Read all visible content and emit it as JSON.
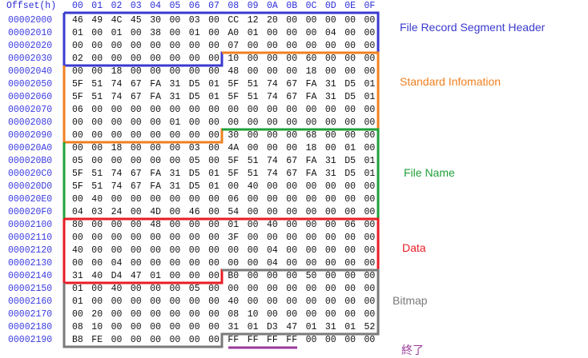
{
  "header": {
    "offset_label": "Offset(h)",
    "columns": [
      "00",
      "01",
      "02",
      "03",
      "04",
      "05",
      "06",
      "07",
      "08",
      "09",
      "0A",
      "0B",
      "0C",
      "0D",
      "0E",
      "0F"
    ]
  },
  "rows": [
    {
      "offset": "00002000",
      "bytes": [
        "46",
        "49",
        "4C",
        "45",
        "30",
        "00",
        "03",
        "00",
        "CC",
        "12",
        "20",
        "00",
        "00",
        "00",
        "00",
        "00"
      ]
    },
    {
      "offset": "00002010",
      "bytes": [
        "01",
        "00",
        "01",
        "00",
        "38",
        "00",
        "01",
        "00",
        "A0",
        "01",
        "00",
        "00",
        "00",
        "04",
        "00",
        "00"
      ]
    },
    {
      "offset": "00002020",
      "bytes": [
        "00",
        "00",
        "00",
        "00",
        "00",
        "00",
        "00",
        "00",
        "07",
        "00",
        "00",
        "00",
        "00",
        "00",
        "00",
        "00"
      ]
    },
    {
      "offset": "00002030",
      "bytes": [
        "02",
        "00",
        "00",
        "00",
        "00",
        "00",
        "00",
        "00",
        "10",
        "00",
        "00",
        "00",
        "60",
        "00",
        "00",
        "00"
      ]
    },
    {
      "offset": "00002040",
      "bytes": [
        "00",
        "00",
        "18",
        "00",
        "00",
        "00",
        "00",
        "00",
        "48",
        "00",
        "00",
        "00",
        "18",
        "00",
        "00",
        "00"
      ]
    },
    {
      "offset": "00002050",
      "bytes": [
        "5F",
        "51",
        "74",
        "67",
        "FA",
        "31",
        "D5",
        "01",
        "5F",
        "51",
        "74",
        "67",
        "FA",
        "31",
        "D5",
        "01"
      ]
    },
    {
      "offset": "00002060",
      "bytes": [
        "5F",
        "51",
        "74",
        "67",
        "FA",
        "31",
        "D5",
        "01",
        "5F",
        "51",
        "74",
        "67",
        "FA",
        "31",
        "D5",
        "01"
      ]
    },
    {
      "offset": "00002070",
      "bytes": [
        "06",
        "00",
        "00",
        "00",
        "00",
        "00",
        "00",
        "00",
        "00",
        "00",
        "00",
        "00",
        "00",
        "00",
        "00",
        "00"
      ]
    },
    {
      "offset": "00002080",
      "bytes": [
        "00",
        "00",
        "00",
        "00",
        "00",
        "01",
        "00",
        "00",
        "00",
        "00",
        "00",
        "00",
        "00",
        "00",
        "00",
        "00"
      ]
    },
    {
      "offset": "00002090",
      "bytes": [
        "00",
        "00",
        "00",
        "00",
        "00",
        "00",
        "00",
        "00",
        "30",
        "00",
        "00",
        "00",
        "68",
        "00",
        "00",
        "00"
      ]
    },
    {
      "offset": "000020A0",
      "bytes": [
        "00",
        "00",
        "18",
        "00",
        "00",
        "00",
        "03",
        "00",
        "4A",
        "00",
        "00",
        "00",
        "18",
        "00",
        "01",
        "00"
      ]
    },
    {
      "offset": "000020B0",
      "bytes": [
        "05",
        "00",
        "00",
        "00",
        "00",
        "00",
        "05",
        "00",
        "5F",
        "51",
        "74",
        "67",
        "FA",
        "31",
        "D5",
        "01"
      ]
    },
    {
      "offset": "000020C0",
      "bytes": [
        "5F",
        "51",
        "74",
        "67",
        "FA",
        "31",
        "D5",
        "01",
        "5F",
        "51",
        "74",
        "67",
        "FA",
        "31",
        "D5",
        "01"
      ]
    },
    {
      "offset": "000020D0",
      "bytes": [
        "5F",
        "51",
        "74",
        "67",
        "FA",
        "31",
        "D5",
        "01",
        "00",
        "40",
        "00",
        "00",
        "00",
        "00",
        "00",
        "00"
      ]
    },
    {
      "offset": "000020E0",
      "bytes": [
        "00",
        "40",
        "00",
        "00",
        "00",
        "00",
        "00",
        "00",
        "06",
        "00",
        "00",
        "00",
        "00",
        "00",
        "00",
        "00"
      ]
    },
    {
      "offset": "000020F0",
      "bytes": [
        "04",
        "03",
        "24",
        "00",
        "4D",
        "00",
        "46",
        "00",
        "54",
        "00",
        "00",
        "00",
        "00",
        "00",
        "00",
        "00"
      ]
    },
    {
      "offset": "00002100",
      "bytes": [
        "80",
        "00",
        "00",
        "00",
        "48",
        "00",
        "00",
        "00",
        "01",
        "00",
        "40",
        "00",
        "00",
        "00",
        "06",
        "00"
      ]
    },
    {
      "offset": "00002110",
      "bytes": [
        "00",
        "00",
        "00",
        "00",
        "00",
        "00",
        "00",
        "00",
        "3F",
        "00",
        "00",
        "00",
        "00",
        "00",
        "00",
        "00"
      ]
    },
    {
      "offset": "00002120",
      "bytes": [
        "40",
        "00",
        "00",
        "00",
        "00",
        "00",
        "00",
        "00",
        "00",
        "00",
        "04",
        "00",
        "00",
        "00",
        "00",
        "00"
      ]
    },
    {
      "offset": "00002130",
      "bytes": [
        "00",
        "00",
        "04",
        "00",
        "00",
        "00",
        "00",
        "00",
        "00",
        "00",
        "04",
        "00",
        "00",
        "00",
        "00",
        "00"
      ]
    },
    {
      "offset": "00002140",
      "bytes": [
        "31",
        "40",
        "D4",
        "47",
        "01",
        "00",
        "00",
        "00",
        "B0",
        "00",
        "00",
        "00",
        "50",
        "00",
        "00",
        "00"
      ]
    },
    {
      "offset": "00002150",
      "bytes": [
        "01",
        "00",
        "40",
        "00",
        "00",
        "00",
        "05",
        "00",
        "00",
        "00",
        "00",
        "00",
        "00",
        "00",
        "00",
        "00"
      ]
    },
    {
      "offset": "00002160",
      "bytes": [
        "01",
        "00",
        "00",
        "00",
        "00",
        "00",
        "00",
        "00",
        "40",
        "00",
        "00",
        "00",
        "00",
        "00",
        "00",
        "00"
      ]
    },
    {
      "offset": "00002170",
      "bytes": [
        "00",
        "20",
        "00",
        "00",
        "00",
        "00",
        "00",
        "00",
        "08",
        "10",
        "00",
        "00",
        "00",
        "00",
        "00",
        "00"
      ]
    },
    {
      "offset": "00002180",
      "bytes": [
        "08",
        "10",
        "00",
        "00",
        "00",
        "00",
        "00",
        "00",
        "31",
        "01",
        "D3",
        "47",
        "01",
        "31",
        "01",
        "52"
      ]
    },
    {
      "offset": "00002190",
      "bytes": [
        "B8",
        "FE",
        "00",
        "00",
        "00",
        "00",
        "00",
        "00",
        "FF",
        "FF",
        "FF",
        "FF",
        "00",
        "00",
        "00",
        "00"
      ]
    }
  ],
  "annotations": [
    {
      "label": "File Record Segment Header",
      "color": "#3a3ad0"
    },
    {
      "label": "Standard Infomation",
      "color": "#f08020"
    },
    {
      "label": "File Name",
      "color": "#1fa03a"
    },
    {
      "label": "Data",
      "color": "#e81c24"
    },
    {
      "label": "Bitmap",
      "color": "#7a7a7a"
    },
    {
      "label": "終了",
      "color": "#9a3a9a"
    }
  ]
}
